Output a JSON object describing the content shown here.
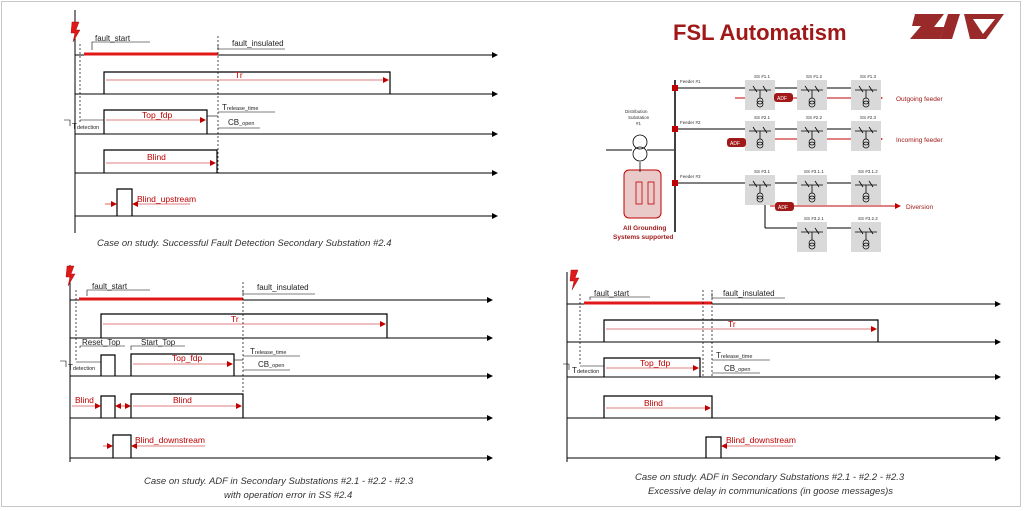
{
  "title": "FSL Automatism",
  "logo_text": "ZIV",
  "panels": {
    "p1": {
      "labels": {
        "fault_start": "fault_start",
        "fault_insulated": "fault_insulated",
        "tr": "Tr",
        "tdet_main": "T",
        "tdet_sub": "detection",
        "top_fdp": "Top_fdp",
        "trel_main": "T",
        "trel_sub": "release_time",
        "cb_main": "CB",
        "cb_sub": "_open",
        "blind": "Blind",
        "blind_upstream": "Blind_upstream"
      },
      "caption": "Case on study. Successful Fault Detection Secondary Substation #2.4"
    },
    "p2": {
      "labels": {
        "fault_start": "fault_start",
        "fault_insulated": "fault_insulated",
        "tr": "Tr",
        "reset_top": "Reset_Top",
        "start_top": "Start_Top",
        "tdet_main": "T",
        "tdet_sub": "detection",
        "top_fdp": "Top_fdp",
        "trel_main": "T",
        "trel_sub": "release_time",
        "cb_main": "CB",
        "cb_sub": "_open",
        "blind1": "Blind",
        "blind2": "Blind",
        "blind_downstream": "Blind_downstream"
      },
      "caption_line1": "Case on study. ADF in Secondary Substations #2.1 - #2.2 - #2.3",
      "caption_line2": "with operation error in SS #2.4"
    },
    "p3": {
      "labels": {
        "fault_start": "fault_start",
        "fault_insulated": "fault_insulated",
        "tr": "Tr",
        "tdet_main": "T",
        "tdet_sub": "detection",
        "top_fdp": "Top_fdp",
        "trel_main": "T",
        "trel_sub": "release_time",
        "cb_main": "CB",
        "cb_sub": "_open",
        "blind": "Blind",
        "blind_downstream": "Blind_downstream"
      },
      "caption_line1": "Case on study. ADF in Secondary Substations #2.1 - #2.2 - #2.3",
      "caption_line2": "Excessive delay in communications (in goose messages)s"
    }
  },
  "network": {
    "distribution_label_1": "Distribution",
    "distribution_label_2": "Substation",
    "distribution_label_3": "#1",
    "feeder1": "Feeder #1",
    "feeder2": "Feeder #2",
    "feeder3": "Feeder #3",
    "outgoing": "Outgoing feeder",
    "incoming": "Incoming feeder",
    "diversion": "Diversion",
    "adf": "ADF",
    "grounding_1": "All Grounding",
    "grounding_2": "Systems supported",
    "ss_f1": [
      "SS #1.1",
      "SS #1.2",
      "SS #1.3"
    ],
    "ss_f2": [
      "SS #2.1",
      "SS #2.2",
      "SS #2.3"
    ],
    "ss_f3": [
      "SS #3.1",
      "SS #3.1.1",
      "SS #3.1.2"
    ],
    "ss_f3b": [
      "SS #3.2.1",
      "SS #3.2.2"
    ]
  },
  "colors": {
    "accent": "#c00000",
    "title": "#a01818",
    "substation_box": "#d9d9d9"
  }
}
